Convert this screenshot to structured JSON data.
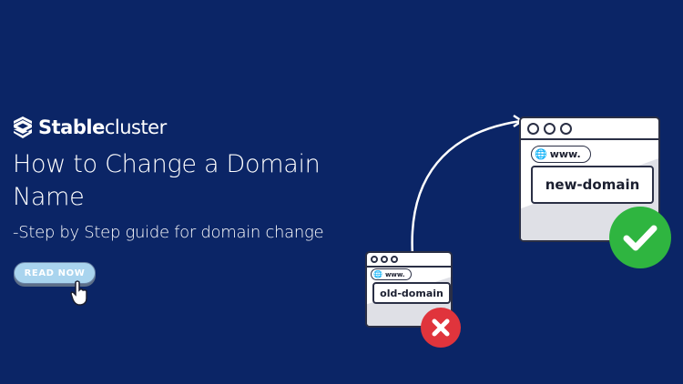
{
  "logo": {
    "icon": "stacked-s-layers-icon",
    "brand_bold": "Stable",
    "brand_regular": "cluster"
  },
  "hero": {
    "title": "How to Change a Domain Name",
    "subtitle": "-Step by Step guide for domain change",
    "cta_label": "READ NOW",
    "cta_icon": "pointer-hand-icon"
  },
  "illustration": {
    "old_browser": {
      "url_prefix": "www.",
      "domain": "old-domain",
      "status_icon": "x-mark-icon",
      "status_color": "#e0343c"
    },
    "new_browser": {
      "url_prefix": "www.",
      "domain": "new-domain",
      "status_icon": "check-mark-icon",
      "status_color": "#2fb540"
    },
    "arrow_icon": "curved-arrow-icon"
  },
  "colors": {
    "background": "#0b2566",
    "button": "#a9d4ee"
  }
}
